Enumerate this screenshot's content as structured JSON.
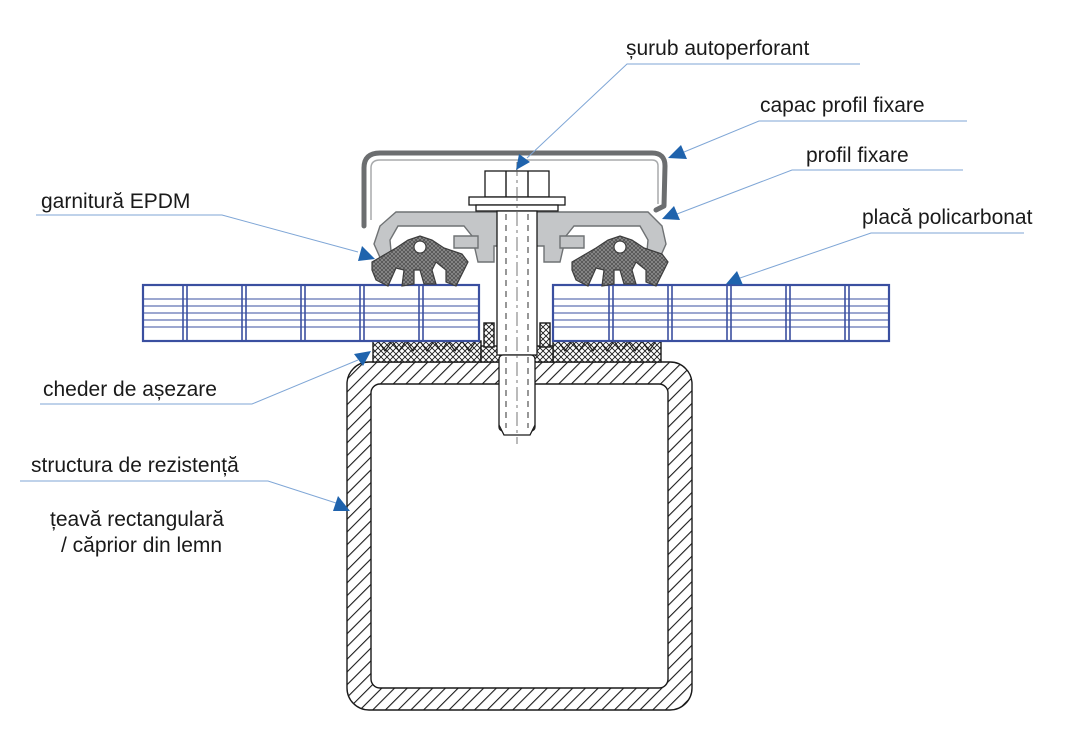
{
  "labels": {
    "screw": "șurub autoperforant",
    "cap_profile": "capac profil fixare",
    "fixing_profile": "profil fixare",
    "epdm_gasket": "garnitură EPDM",
    "polycarbonate_sheet": "placă policarbonat",
    "seating_gasket": "cheder de așezare",
    "structure_line1": "structura de rezistență",
    "structure_line2": "țeavă rectangulară",
    "structure_line3": "/ căprior din lemn"
  },
  "colors": {
    "leader_line": "#7fa6d6",
    "arrow": "#1f63ad",
    "polycarbonate": "#3a4fa0",
    "profile_grey": "#c4c6c8",
    "cap_grey": "#6c6e70"
  }
}
